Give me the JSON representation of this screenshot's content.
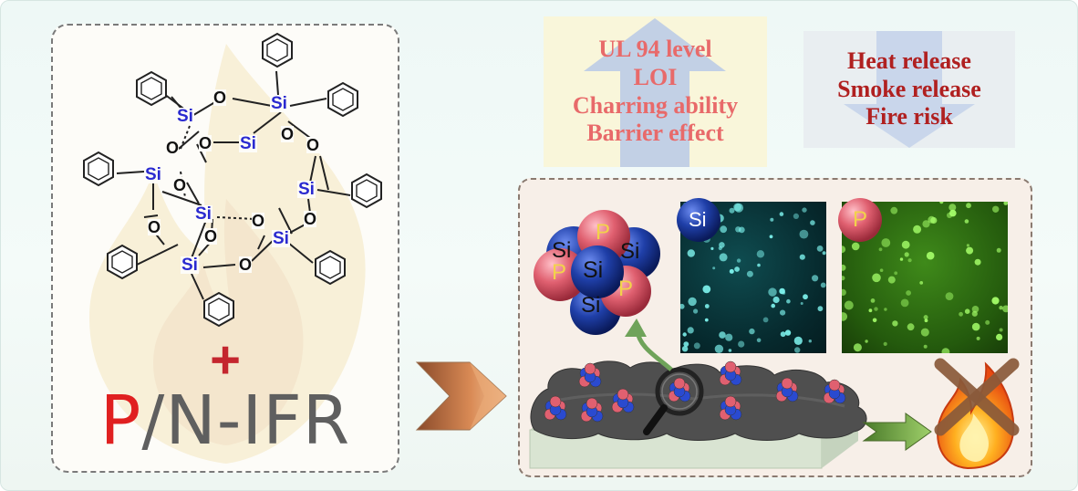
{
  "left_panel": {
    "plus": "+",
    "ifr_p": "P",
    "ifr_rest": "/N-IFR",
    "atom_si": "Si",
    "atom_o": "O"
  },
  "increase_box": {
    "lines": [
      "UL 94 level",
      "LOI",
      "Charring ability",
      "Barrier effect"
    ]
  },
  "decrease_box": {
    "lines": [
      "Heat release",
      "Smoke release",
      "Fire risk"
    ]
  },
  "elements": {
    "si": "Si",
    "p": "P"
  },
  "colors": {
    "p_accent": "#e02020",
    "increase_text": "#e86a6a",
    "decrease_text": "#b02020",
    "si_sphere": "#1f3fa8",
    "p_sphere": "#e06070"
  }
}
